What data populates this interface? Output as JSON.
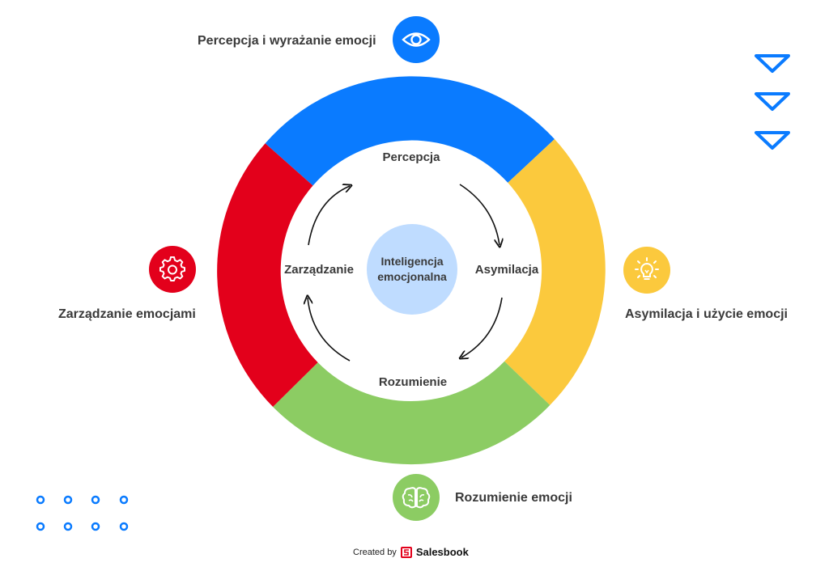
{
  "outer_labels": {
    "top": "Percepcja i wyrażanie emocji",
    "right": "Asymilacja i użycie emocji",
    "bottom": "Rozumienie emocji",
    "left": "Zarządzanie emocjami"
  },
  "inner_labels": {
    "top": "Percepcja",
    "right": "Asymilacja",
    "bottom": "Rozumienie",
    "left": "Zarządzanie"
  },
  "center": {
    "line1": "Inteligencja",
    "line2": "emocjonalna"
  },
  "icons": {
    "top": "eye-icon",
    "right": "lightbulb-icon",
    "bottom": "brain-icon",
    "left": "gear-icon"
  },
  "colors": {
    "blue": "#0a7bff",
    "yellow": "#fbc93d",
    "green": "#8ccc63",
    "red": "#e3001b",
    "center": "#bfdcff"
  },
  "credit": {
    "prefix": "Created by",
    "brand": "Salesbook"
  }
}
